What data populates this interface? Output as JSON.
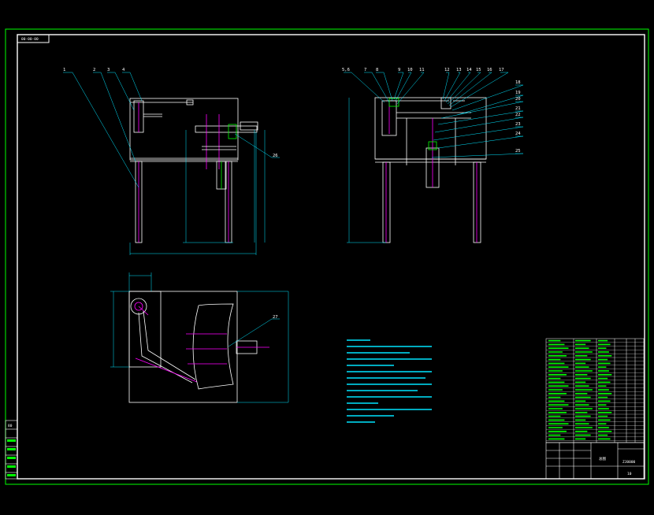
{
  "sheet": {
    "corner_code": "00-00-00",
    "side_block": [
      "80"
    ]
  },
  "front_view": {
    "labels": [
      "1",
      "2",
      "3",
      "4",
      "26"
    ]
  },
  "side_view": {
    "labels": [
      "5,6",
      "7",
      "8",
      "9",
      "10",
      "11",
      "12",
      "13",
      "14",
      "15",
      "16",
      "17",
      "18",
      "19",
      "20",
      "21",
      "22",
      "23",
      "24",
      "25"
    ]
  },
  "top_view": {
    "labels": [
      "27"
    ]
  },
  "colors": {
    "frame": "#00ff00",
    "body": "#ffffff",
    "leader": "#00e5ff",
    "dimension": "#00e5ff",
    "accent": "#ff00ff",
    "notes": "#00e5ff"
  },
  "title_block": {
    "drawing_number": "ZJ0000",
    "sheet_code": "10",
    "name_text": "总图"
  }
}
